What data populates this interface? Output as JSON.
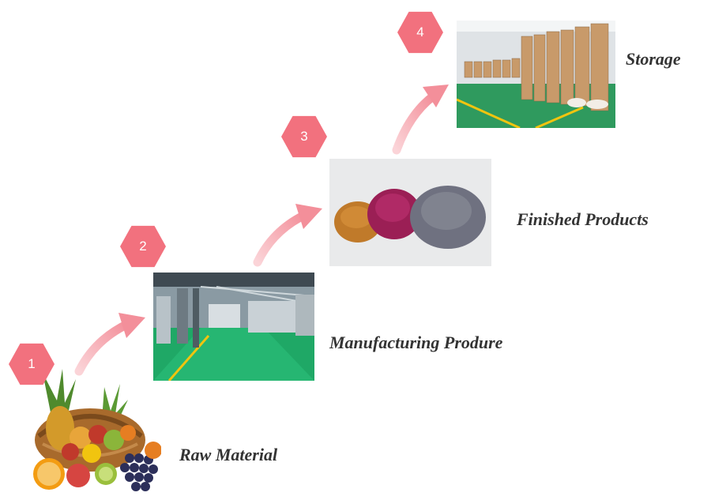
{
  "steps": [
    {
      "number": "1",
      "label": "Raw Material",
      "image": "fruit-basket"
    },
    {
      "number": "2",
      "label": "Manufacturing Produre",
      "image": "factory-floor"
    },
    {
      "number": "3",
      "label": "Finished Products",
      "image": "fruit-powders"
    },
    {
      "number": "4",
      "label": "Storage",
      "image": "warehouse-drums"
    }
  ],
  "colors": {
    "accent": "#f2717e",
    "arrow": "#f7b3ba",
    "label_text": "#333333"
  }
}
